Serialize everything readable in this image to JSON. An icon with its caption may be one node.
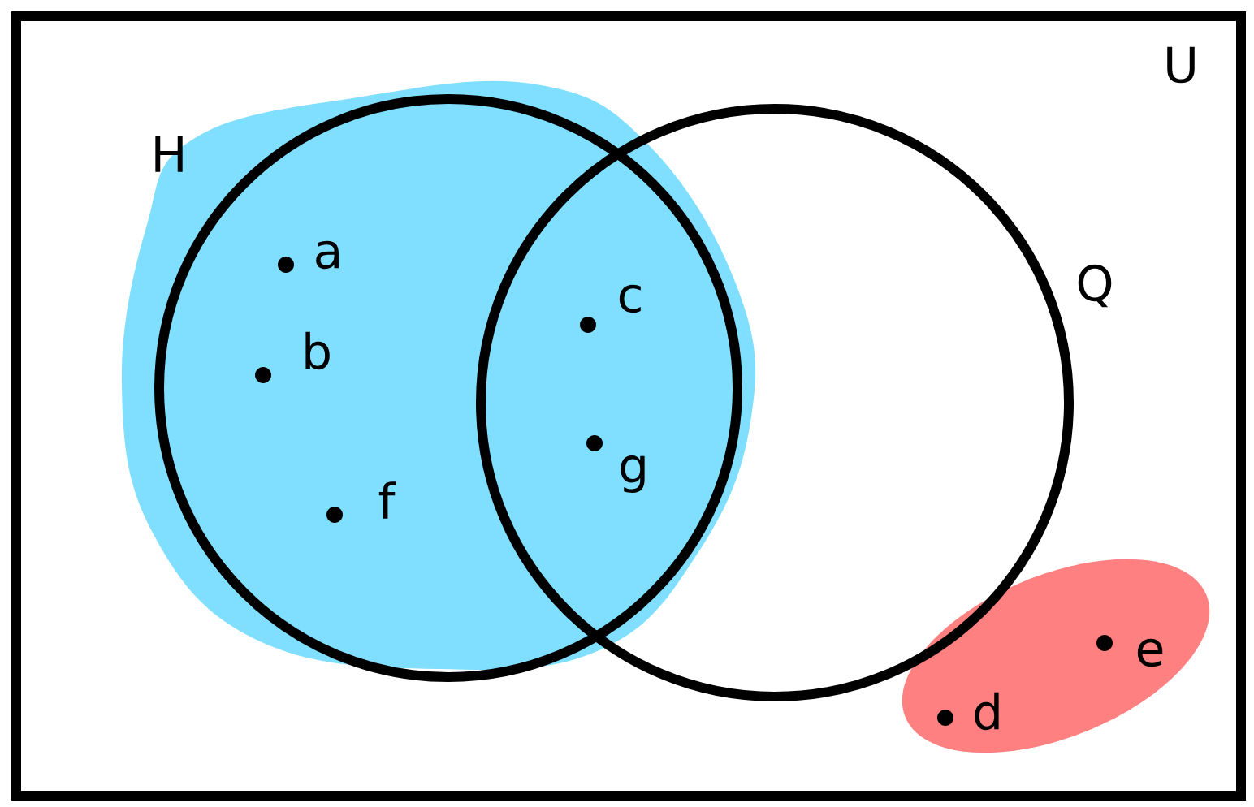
{
  "diagram": {
    "nodes": [
      {
        "text": [
          "U"
        ]
      },
      {
        "text": [
          "H"
        ],
        "in": 0
      },
      {
        "text": [
          "Q"
        ],
        "in": 0
      }
    ],
    "labels": [
      "a",
      "c",
      "b",
      "g",
      "f",
      "e",
      "d"
    ]
  }
}
